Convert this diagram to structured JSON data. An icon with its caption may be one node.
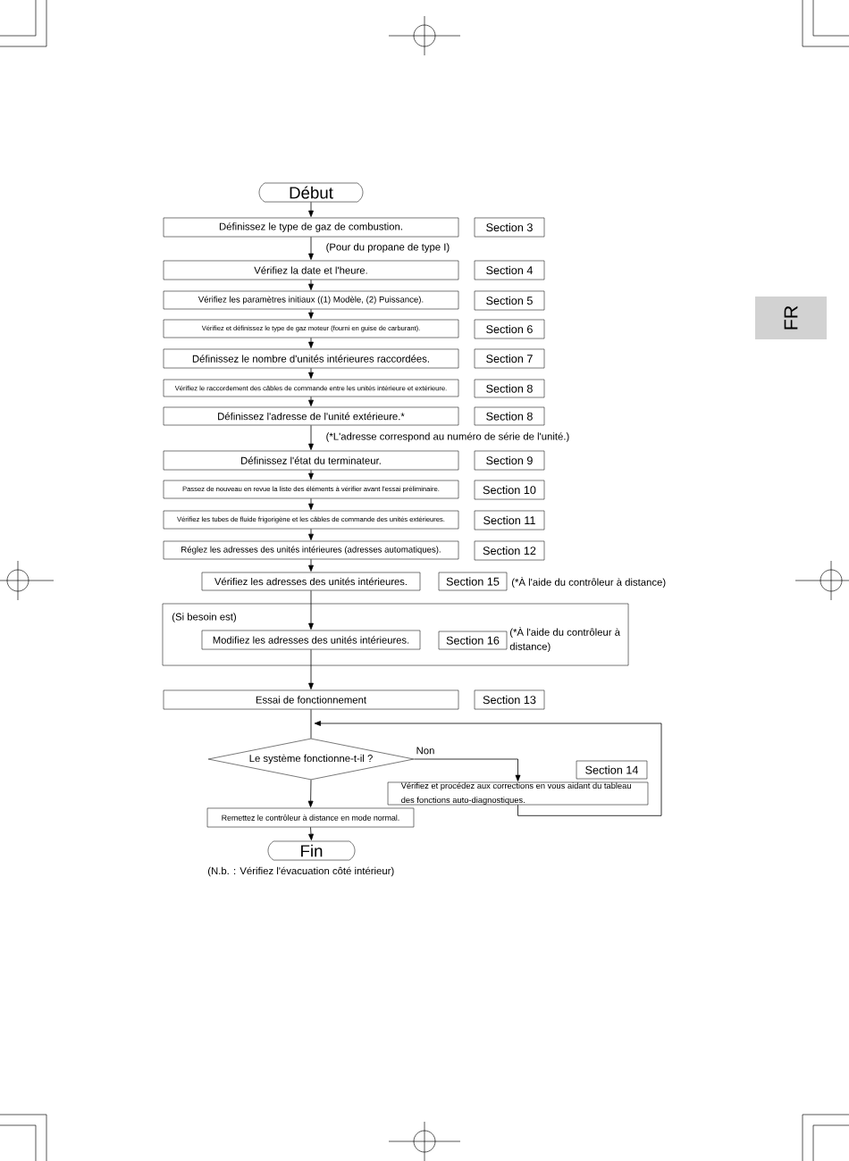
{
  "diagram": {
    "nodes": [
      {
        "text": [
          "Début"
        ]
      },
      {
        "text": [
          "Définissez le type de gaz de combustion."
        ]
      },
      {
        "text": [
          "Section 3"
        ]
      },
      {
        "text": [
          "Vérifiez la date et l'heure."
        ]
      },
      {
        "text": [
          "Section 4"
        ]
      },
      {
        "text": [
          "Vérifiez les paramètres initiaux ((1) Modèle, (2) Puissance)."
        ]
      },
      {
        "text": [
          "Section 5"
        ]
      },
      {
        "text": [
          "Vérifiez et définissez le type de gaz moteur (fourni en guise de carburant)."
        ]
      },
      {
        "text": [
          "Section 6"
        ]
      },
      {
        "text": [
          "Définissez le nombre d'unités intérieures raccordées."
        ]
      },
      {
        "text": [
          "Section 7"
        ]
      },
      {
        "text": [
          "Vérifiez le raccordement des câbles de commande entre les unités intérieure et extérieure."
        ]
      },
      {
        "text": [
          "Section 8"
        ]
      },
      {
        "text": [
          "Définissez l'adresse de l'unité extérieure.*"
        ]
      },
      {
        "text": [
          "Section 8"
        ]
      },
      {
        "text": [
          "Définissez l'état du terminateur."
        ]
      },
      {
        "text": [
          "Section 9"
        ]
      },
      {
        "text": [
          "Passez de nouveau en revue la liste des éléments à vérifier avant l'essai préliminaire."
        ]
      },
      {
        "text": [
          "Section 10"
        ]
      },
      {
        "text": [
          "Vérifiez les tubes de fluide frigorigène et les câbles de commande des unités extérieures."
        ]
      },
      {
        "text": [
          "Section 11"
        ]
      },
      {
        "text": [
          "Réglez les adresses des unités intérieures (adresses automatiques)."
        ]
      },
      {
        "text": [
          "Section 12"
        ]
      },
      {
        "text": [
          "Vérifiez les adresses des unités intérieures."
        ]
      },
      {
        "text": [
          "Section 15"
        ],
        "beside": [
          "(*À l'aide du contrôleur à distance)"
        ]
      },
      {
        "text": [
          "(Si besoin est)"
        ]
      },
      {
        "text": [
          "Modifiez les adresses des unités intérieures."
        ],
        "in": 25
      },
      {
        "text": [
          "Section 16"
        ],
        "beside": [
          "(*À l'aide du contrôleur à distance)"
        ],
        "in": 25
      },
      {
        "text": [
          "Essai de fonctionnement"
        ]
      },
      {
        "text": [
          "Section 13"
        ]
      },
      {
        "text": [
          "Le système fonctionne-t-il ?"
        ]
      },
      {
        "text": [
          "Section 14"
        ]
      },
      {
        "text": [
          "Vérifiez et procédez aux corrections en vous aidant du tableau des fonctions auto-diagnostiques."
        ]
      },
      {
        "text": [
          "Remettez le contrôleur à distance en mode normal."
        ]
      },
      {
        "text": [
          "Fin"
        ],
        "beside": [
          "(N.b. : Vérifiez l'évacuation côté intérieur)"
        ]
      }
    ],
    "edges": [
      {
        "from": 0,
        "to": 1,
        "arrow": "to"
      },
      {
        "from": 1,
        "to": 3,
        "arrow": "to",
        "label": "(Pour du propane de type I)"
      },
      {
        "from": 3,
        "to": 5,
        "arrow": "to"
      },
      {
        "from": 5,
        "to": 7,
        "arrow": "to"
      },
      {
        "from": 7,
        "to": 9,
        "arrow": "to"
      },
      {
        "from": 9,
        "to": 11,
        "arrow": "to"
      },
      {
        "from": 11,
        "to": 13,
        "arrow": "to"
      },
      {
        "from": 13,
        "to": 15,
        "arrow": "to",
        "label": "(*L'adresse correspond au numéro de série de l'unité.)"
      },
      {
        "from": 15,
        "to": 17,
        "arrow": "to"
      },
      {
        "from": 17,
        "to": 19,
        "arrow": "to"
      },
      {
        "from": 19,
        "to": 21,
        "arrow": "to"
      },
      {
        "from": 21,
        "to": 23,
        "arrow": "to"
      },
      {
        "from": 23,
        "to": 26,
        "arrow": "to"
      },
      {
        "from": 26,
        "to": 28,
        "arrow": "to"
      },
      {
        "from": 28,
        "to": 30,
        "arrow": "none"
      },
      {
        "from": 30,
        "to": 32,
        "arrow": "to",
        "label": "Non"
      },
      {
        "from": 32,
        "to": 30,
        "arrow": "to"
      },
      {
        "from": 30,
        "to": 33,
        "arrow": "to"
      },
      {
        "from": 33,
        "to": 34,
        "arrow": "to"
      }
    ],
    "labels": [
      "FR"
    ]
  }
}
